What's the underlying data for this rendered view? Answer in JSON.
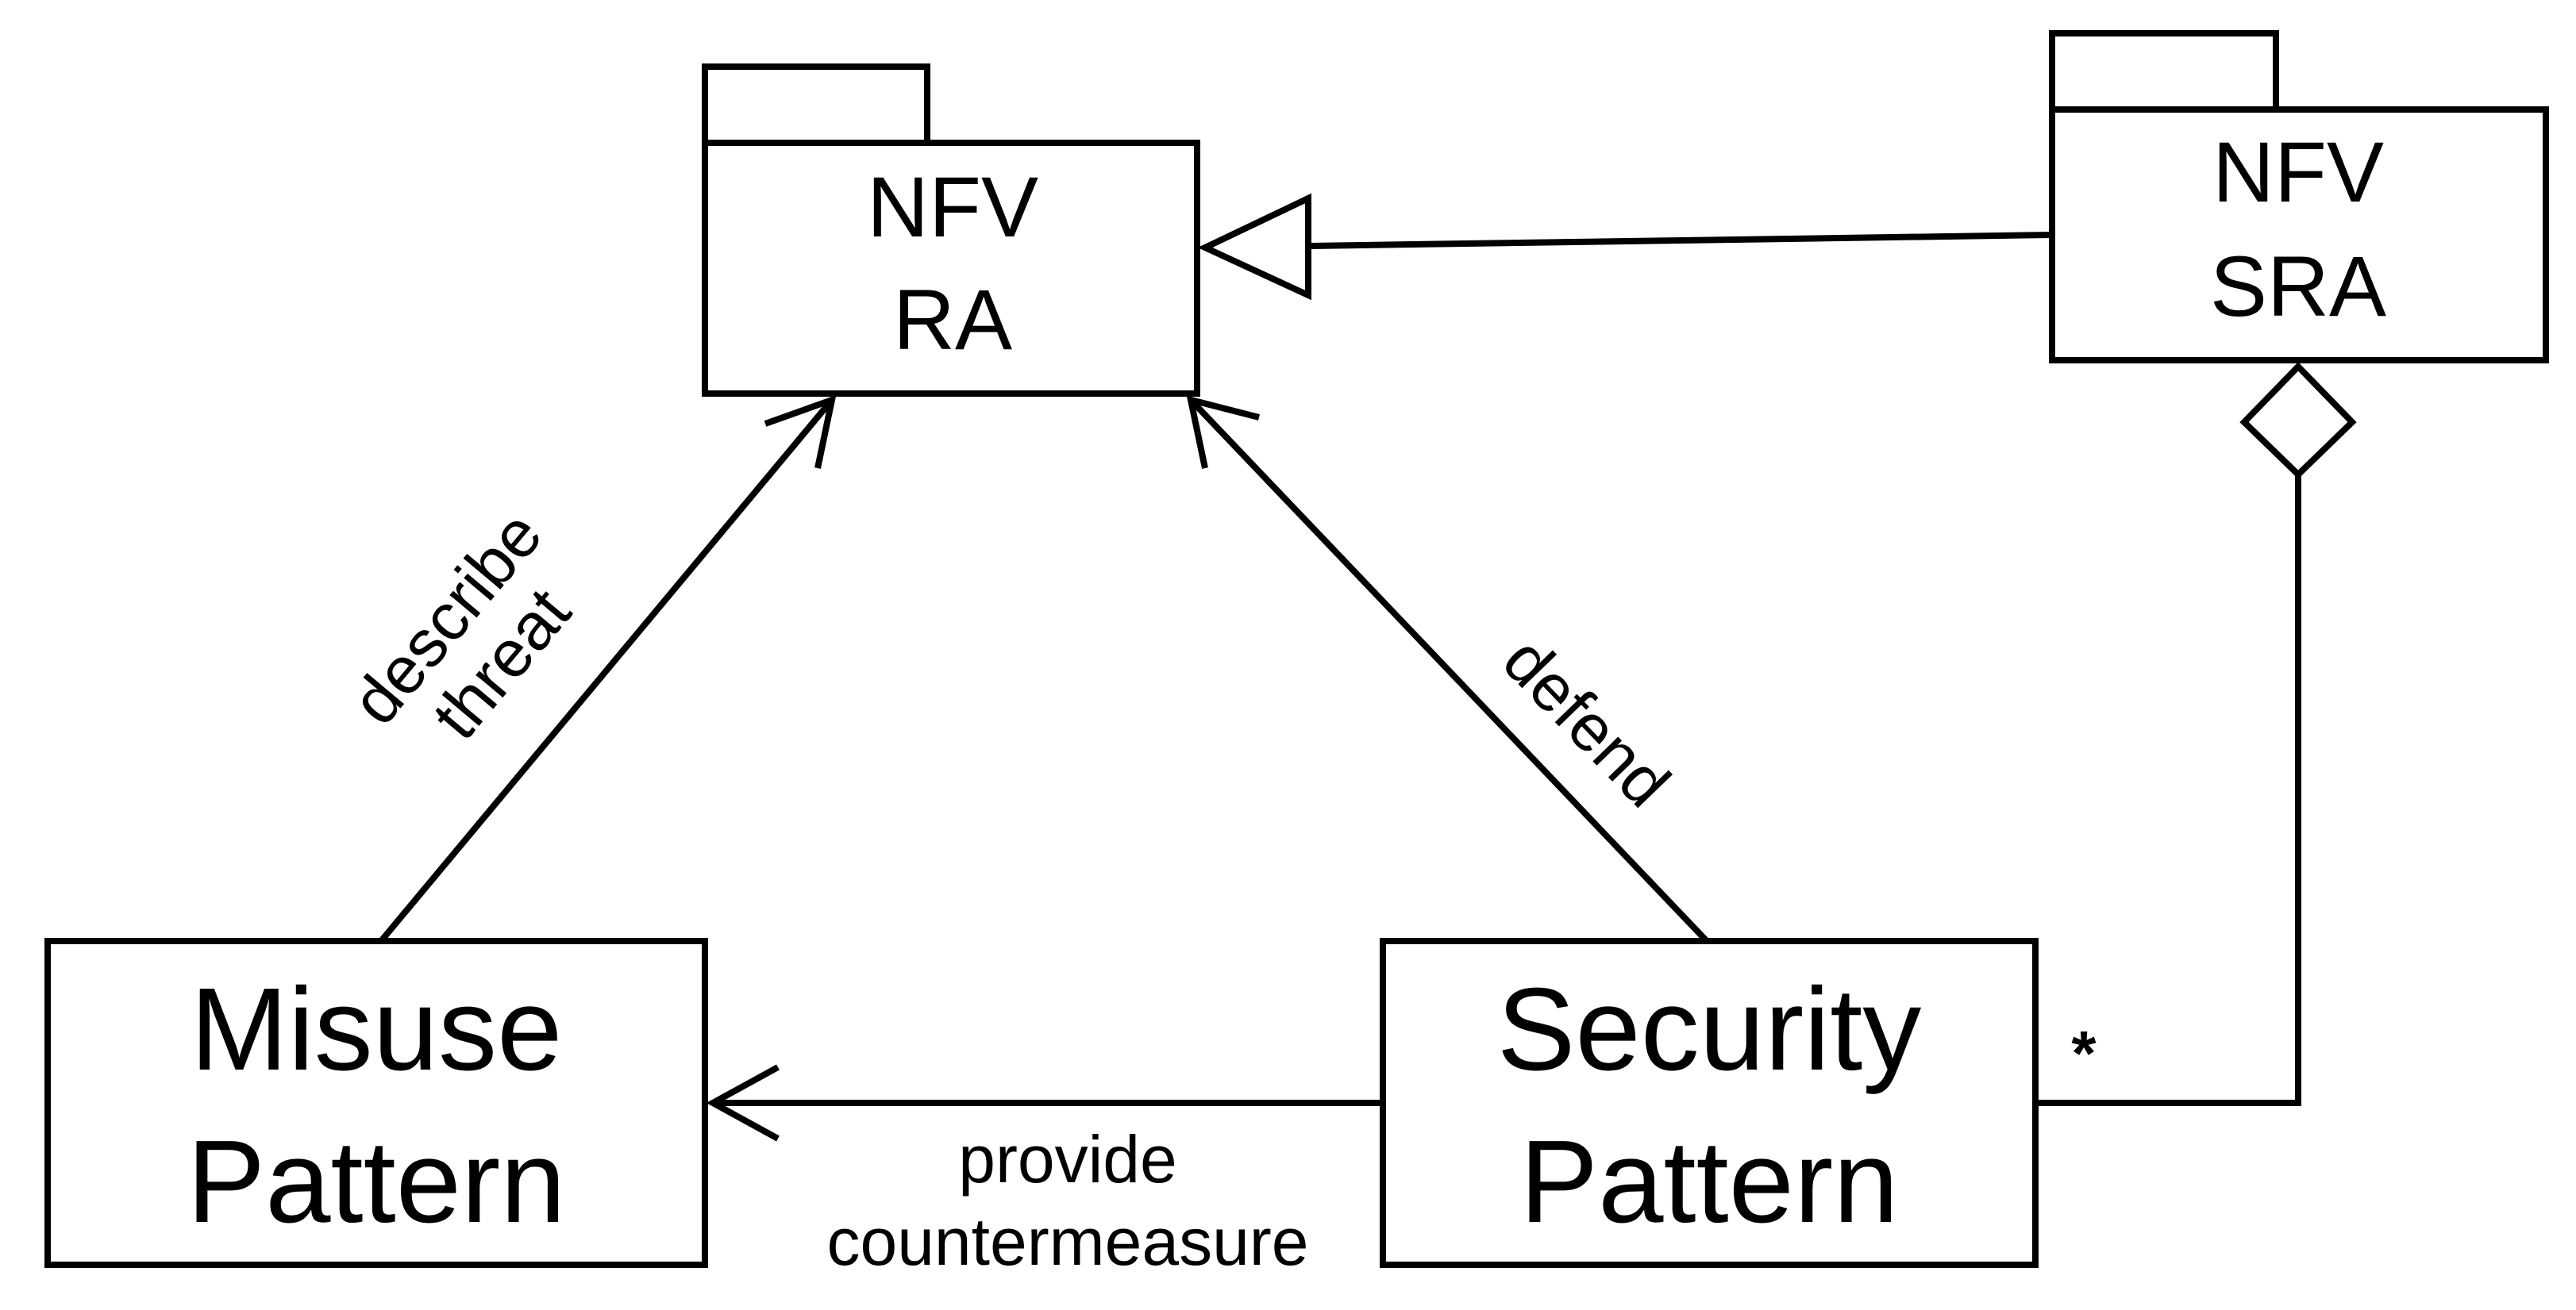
{
  "packages": {
    "nfv_ra": {
      "line1": "NFV",
      "line2": "RA"
    },
    "nfv_sra": {
      "line1": "NFV",
      "line2": "SRA"
    }
  },
  "classes": {
    "misuse_pattern": {
      "line1": "Misuse",
      "line2": "Pattern"
    },
    "security_pattern": {
      "line1": "Security",
      "line2": "Pattern"
    }
  },
  "associations": {
    "describe_threat": {
      "line1": "describe",
      "line2": "threat"
    },
    "defend": {
      "label": "defend"
    },
    "provide_countermeasure": {
      "line1": "provide",
      "line2": "countermeasure"
    },
    "aggregation_multiplicity": "*"
  },
  "colors": {
    "stroke": "#000000",
    "background": "#ffffff"
  }
}
